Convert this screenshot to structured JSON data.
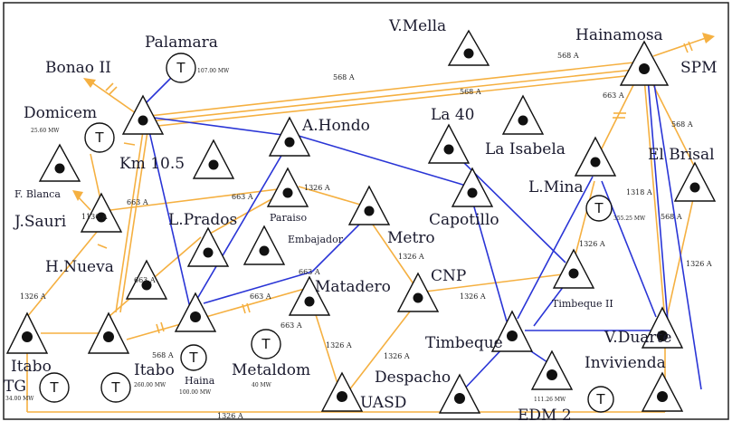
{
  "colors": {
    "line_345": "#f5b041",
    "line_138": "#2a35d6",
    "node_fill": "#ffffff",
    "node_stroke": "#111111"
  },
  "stations": {
    "v_mella": "V.Mella",
    "hainamosa": "Hainamosa",
    "spm": "SPM",
    "palamara": "Palamara",
    "bonao_ii": "Bonao II",
    "domicem": "Domicem",
    "km_10_5": "Km 10.5",
    "a_hondo": "A.Hondo",
    "la_40": "La 40",
    "la_isabela": "La Isabela",
    "el_brisal": "El Brisal",
    "l_mina": "L.Mina",
    "f_blanca": "F. Blanca",
    "j_sauri": "J.Sauri",
    "l_prados": "L.Prados",
    "paraiso": "Paraiso",
    "embajador": "Embajador",
    "metro": "Metro",
    "capotillo": "Capotillo",
    "h_nueva": "H.Nueva",
    "cnp": "CNP",
    "matadero": "Matadero",
    "timbeque_ii": "Timbeque II",
    "timbeque": "Timbeque",
    "v_duarte": "V.Duarte",
    "inviviend": "Invivienda",
    "itabo_left": "Itabo",
    "tg": "TG",
    "itabo": "Itabo",
    "haina": "Haina",
    "metaldom": "Metaldom",
    "uasd": "UASD",
    "despacho": "Despacho",
    "edm_2": "EDM 2"
  },
  "generators": {
    "symbol": "T",
    "palamara_mw": "107.00 MW",
    "domicem_mw": "25.60 MW",
    "l_mina_mw": "355.25 MW",
    "tg_mw": "34.00 MW",
    "itabo_mw": "260.00 MW",
    "haina_mw": "100.00 MW",
    "metaldom_mw": "40 MW",
    "edm2_mw": "111.26 MW"
  },
  "flows": {
    "a1": "568 A",
    "a2": "568 A",
    "a3": "663 A",
    "a4": "568 A",
    "a5": "1318 A",
    "a6": "568 A",
    "a7": "568 A",
    "a8": "1326 A",
    "a9": "663 A",
    "a10": "663 A",
    "a11": "1326 A",
    "a12": "1136 A",
    "a13": "1326 A",
    "a14": "1326 A",
    "a15": "663 A",
    "a16": "663 A",
    "a17": "663 A",
    "a18": "663 A",
    "a19": "1326 A",
    "a20": "1326 A",
    "a21": "568 A",
    "a22": "1326 A",
    "a23": "1326 A",
    "a24": "1326 A"
  }
}
